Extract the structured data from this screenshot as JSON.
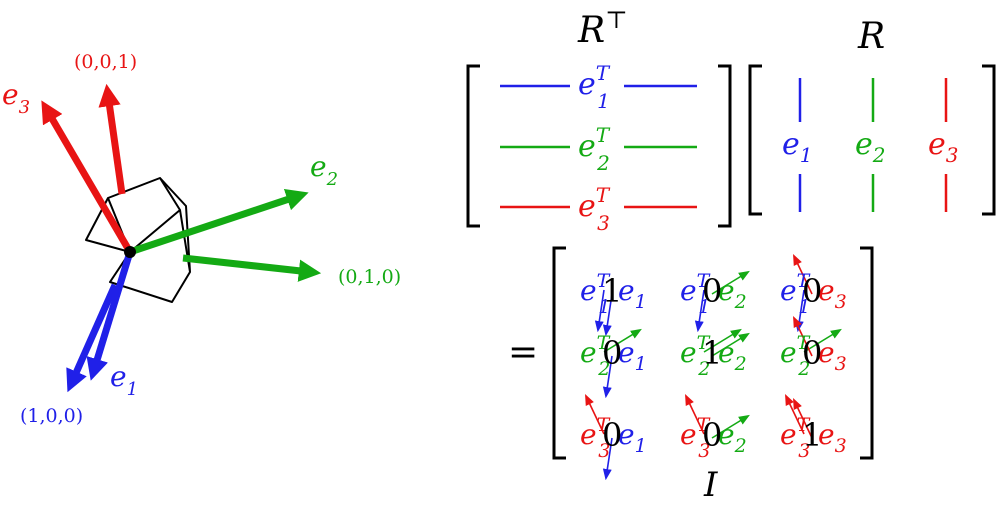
{
  "colors": {
    "blue": "#2020e8",
    "green": "#14aa14",
    "red": "#e81414",
    "black": "#000000"
  },
  "left": {
    "labels": {
      "e1": {
        "base": "e",
        "sub": "1"
      },
      "e2": {
        "base": "e",
        "sub": "2"
      },
      "e3": {
        "base": "e",
        "sub": "3"
      },
      "x_axis": "(1,0,0)",
      "y_axis": "(0,1,0)",
      "z_axis": "(0,0,1)"
    }
  },
  "right": {
    "rt_label": {
      "base": "R",
      "sup": "⊤"
    },
    "r_label": "R",
    "i_label": "I",
    "equals": "=",
    "rows": [
      {
        "base": "e",
        "sup": "T",
        "sub": "1"
      },
      {
        "base": "e",
        "sup": "T",
        "sub": "2"
      },
      {
        "base": "e",
        "sup": "T",
        "sub": "3"
      }
    ],
    "cols": [
      {
        "base": "e",
        "sub": "1"
      },
      {
        "base": "e",
        "sub": "2"
      },
      {
        "base": "e",
        "sub": "3"
      }
    ],
    "identity": [
      [
        "1",
        "0",
        "0"
      ],
      [
        "0",
        "1",
        "0"
      ],
      [
        "0",
        "0",
        "1"
      ]
    ]
  }
}
